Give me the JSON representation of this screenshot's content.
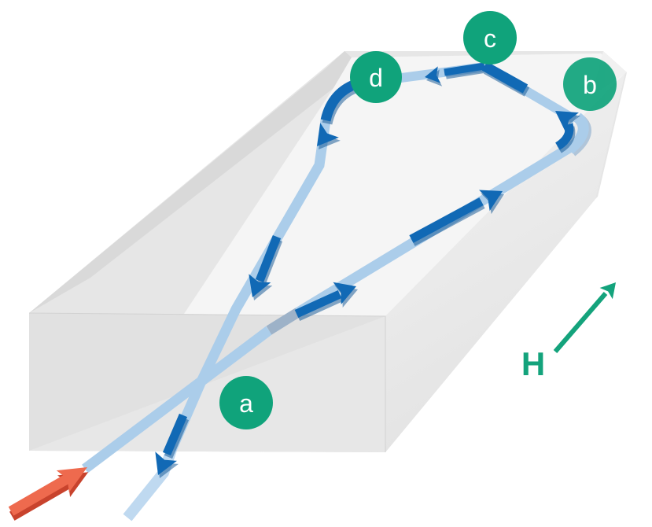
{
  "diagram": {
    "nodes": [
      {
        "id": "a",
        "label": "a"
      },
      {
        "id": "b",
        "label": "b"
      },
      {
        "id": "c",
        "label": "c"
      },
      {
        "id": "d",
        "label": "d"
      }
    ],
    "field": {
      "label": "H"
    },
    "icons": {
      "input_arrow": "orange-input-arrow",
      "field_arrow": "magnetic-field-arrow",
      "beam_arrows": "beam-direction-arrows"
    },
    "colors": {
      "node_green": "#10A37B",
      "field_green": "#14A37C",
      "beam_light_blue": "#ABCDEA",
      "beam_dim_blue": "#9DB2C8",
      "beam_exit_blue": "#BFD9F0",
      "arrow_blue": "#1169B5",
      "arrow_blue_shadow": "#0A5191",
      "input_orange": "#EE6A4E",
      "input_orange_shadow": "#C8432D",
      "block_top": "#F5F5F5",
      "block_front": "#E1E1E1",
      "block_silhouette": "#E6E6E6",
      "block_chamfer": "#D9D9D9"
    }
  }
}
